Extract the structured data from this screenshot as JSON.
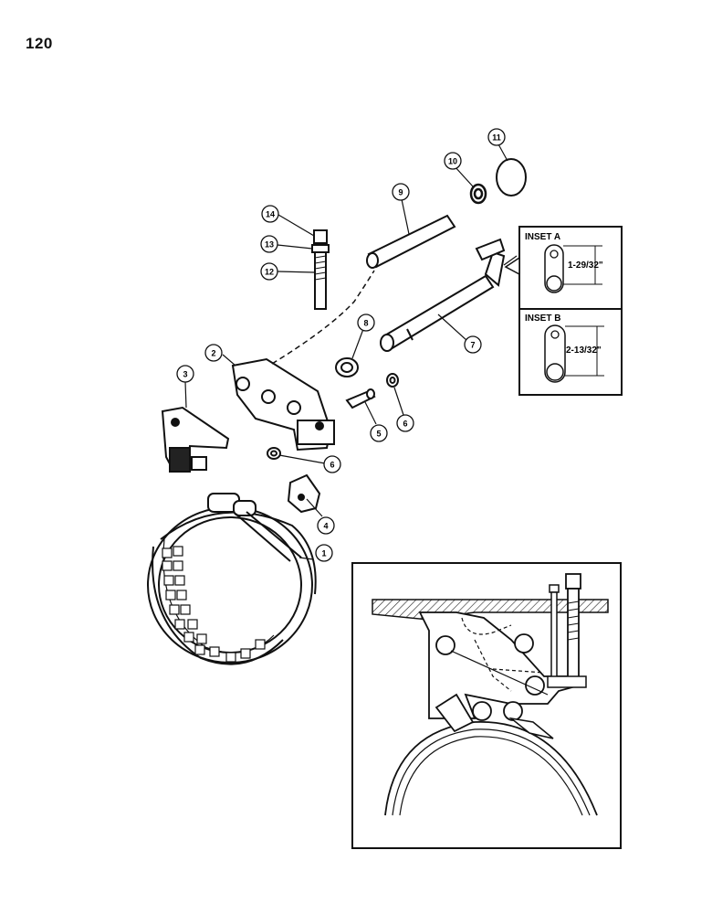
{
  "page": {
    "number": "120"
  },
  "callouts": [
    {
      "id": "c1",
      "label": "1"
    },
    {
      "id": "c2",
      "label": "2"
    },
    {
      "id": "c3",
      "label": "3"
    },
    {
      "id": "c4",
      "label": "4"
    },
    {
      "id": "c5",
      "label": "5"
    },
    {
      "id": "c6a",
      "label": "6"
    },
    {
      "id": "c6b",
      "label": "6"
    },
    {
      "id": "c7",
      "label": "7"
    },
    {
      "id": "c8",
      "label": "8"
    },
    {
      "id": "c9",
      "label": "9"
    },
    {
      "id": "c10",
      "label": "10"
    },
    {
      "id": "c11",
      "label": "11"
    },
    {
      "id": "c12",
      "label": "12"
    },
    {
      "id": "c13",
      "label": "13"
    },
    {
      "id": "c14",
      "label": "14"
    }
  ],
  "insets": {
    "a": {
      "title": "INSET A",
      "dimension": "1-29/32\""
    },
    "b": {
      "title": "INSET B",
      "dimension": "2-13/32\""
    }
  }
}
